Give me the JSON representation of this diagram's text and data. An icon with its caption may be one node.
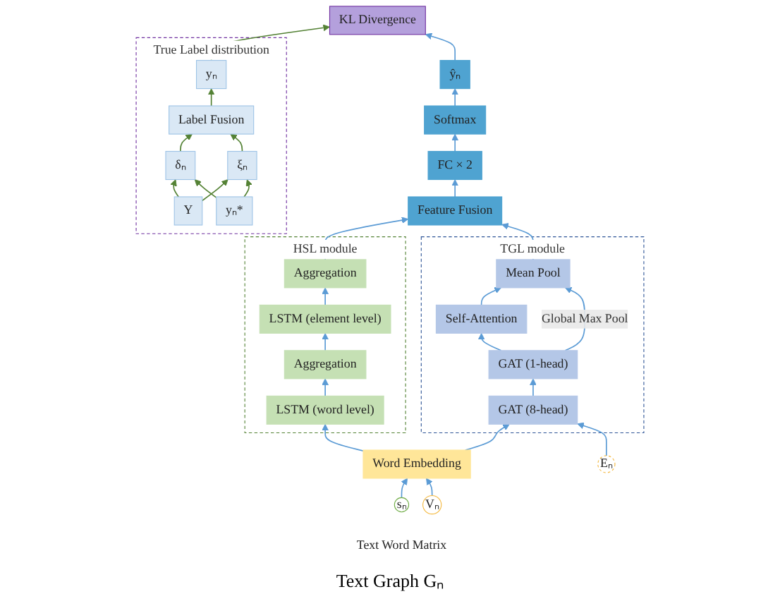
{
  "diagram": {
    "nodes": [
      {
        "text": [
          "True Label distribution"
        ]
      },
      {
        "text": [
          "yₙ"
        ],
        "in": 0
      },
      {
        "text": [
          "Label Fusion"
        ],
        "in": 0
      },
      {
        "text": [
          "δₙ"
        ],
        "in": 0
      },
      {
        "text": [
          "ξₙ"
        ],
        "in": 0
      },
      {
        "text": [
          "Y"
        ],
        "in": 0
      },
      {
        "text": [
          "yₙ*"
        ],
        "in": 0
      },
      {
        "text": [
          "KL Divergence"
        ]
      },
      {
        "text": [
          "ŷₙ"
        ]
      },
      {
        "text": [
          "Softmax"
        ]
      },
      {
        "text": [
          "FC × 2"
        ]
      },
      {
        "text": [
          "Feature Fusion"
        ]
      },
      {
        "text": [
          "HSL module"
        ]
      },
      {
        "text": [
          "Aggregation"
        ],
        "in": 12
      },
      {
        "text": [
          "LSTM (element level)"
        ],
        "in": 12
      },
      {
        "text": [
          "Aggregation"
        ],
        "in": 12
      },
      {
        "text": [
          "LSTM (word level)"
        ],
        "in": 12
      },
      {
        "text": [
          "TGL module"
        ]
      },
      {
        "text": [
          "Mean Pool"
        ],
        "in": 17
      },
      {
        "text": [
          "Self-Attention"
        ],
        "in": 17
      },
      {
        "text": [
          "GAT (1-head)"
        ],
        "in": 17
      },
      {
        "text": [
          "GAT (8-head)"
        ],
        "in": 17
      },
      {
        "text": [
          "Word Embedding"
        ]
      },
      {
        "text": [
          "sₙ"
        ],
        "beside": [
          "Text Word Matrix"
        ]
      },
      {
        "text": [
          "Vₙ"
        ]
      },
      {
        "text": [
          "Eₙ"
        ]
      }
    ],
    "edges": [
      {
        "from": 1,
        "to": 7,
        "arrow": "to",
        "color": "#548235"
      },
      {
        "from": 2,
        "to": 1,
        "arrow": "to",
        "color": "#548235"
      },
      {
        "from": 3,
        "to": 2,
        "arrow": "to",
        "color": "#548235"
      },
      {
        "from": 4,
        "to": 2,
        "arrow": "to",
        "color": "#548235"
      },
      {
        "from": 5,
        "to": 3,
        "arrow": "to",
        "color": "#548235"
      },
      {
        "from": 5,
        "to": 4,
        "arrow": "to",
        "color": "#548235"
      },
      {
        "from": 6,
        "to": 3,
        "arrow": "to",
        "color": "#548235"
      },
      {
        "from": 6,
        "to": 4,
        "arrow": "to",
        "color": "#548235"
      },
      {
        "from": 8,
        "to": 7,
        "arrow": "to"
      },
      {
        "from": 9,
        "to": 8,
        "arrow": "to"
      },
      {
        "from": 10,
        "to": 9,
        "arrow": "to"
      },
      {
        "from": 11,
        "to": 10,
        "arrow": "to"
      },
      {
        "from": 13,
        "to": 11,
        "arrow": "to"
      },
      {
        "from": 18,
        "to": 11,
        "arrow": "to"
      },
      {
        "from": 14,
        "to": 13,
        "arrow": "to"
      },
      {
        "from": 15,
        "to": 14,
        "arrow": "to"
      },
      {
        "from": 16,
        "to": 15,
        "arrow": "to"
      },
      {
        "from": 22,
        "to": 16,
        "arrow": "to"
      },
      {
        "from": 19,
        "to": 18,
        "arrow": "to"
      },
      {
        "from": 20,
        "to": 19,
        "arrow": "to"
      },
      {
        "from": 21,
        "to": 20,
        "arrow": "to"
      },
      {
        "from": 20,
        "to": 18,
        "arrow": "to",
        "label": "Global Max Pool"
      },
      {
        "from": 22,
        "to": 21,
        "arrow": "to"
      },
      {
        "from": 23,
        "to": 22,
        "arrow": "to"
      },
      {
        "from": 24,
        "to": 22,
        "arrow": "to"
      },
      {
        "from": 25,
        "to": 21,
        "arrow": "to"
      }
    ],
    "labels": [
      "Text Graph Gₙ"
    ]
  }
}
